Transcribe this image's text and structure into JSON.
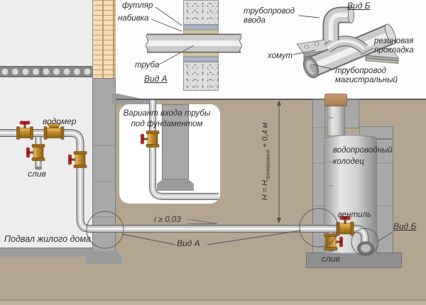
{
  "palette": {
    "soil": "#b4a590",
    "concrete": "#a8a8a8",
    "interior": "#ededed",
    "brick": "#f1deba",
    "brass": "#c08a2e",
    "handle_red": "#c1272d",
    "pipe_body": "#cfcfcf",
    "cap_brown": "#b5885c",
    "sleeve_blue": "#a9b4c6",
    "packing_tan": "#cfc49e",
    "ink": "#2e2e2e"
  },
  "detail_a": {
    "title": "Вид А",
    "sleeve": "футляр",
    "packing": "набивка",
    "pipe": "труба"
  },
  "detail_b": {
    "title": "Вид Б",
    "inlet_line1": "трубопровод",
    "inlet_line2": "ввода",
    "clamp": "хомут",
    "gasket_line1": "резиновая",
    "gasket_line2": "прокладка",
    "main_line1": "трубопровод",
    "main_line2": "магистральный"
  },
  "variant_note": {
    "line1": "Вариант входа трубы",
    "line2": "под фундаментом"
  },
  "house": {
    "water_meter": "водомер",
    "drain": "слив",
    "basement_caption": "Подвал жилого дома"
  },
  "run": {
    "view_a_ref": "Вид А",
    "slope": "i ≥ 0,03",
    "depth_prefix": "H = H",
    "depth_sub": "промерзания",
    "depth_suffix": "+ 0,4 м"
  },
  "well": {
    "name_line1": "водопроводный",
    "name_line2": "колодец",
    "valve": "вентиль",
    "view_b_ref": "Вид Б",
    "drain": "слив"
  }
}
